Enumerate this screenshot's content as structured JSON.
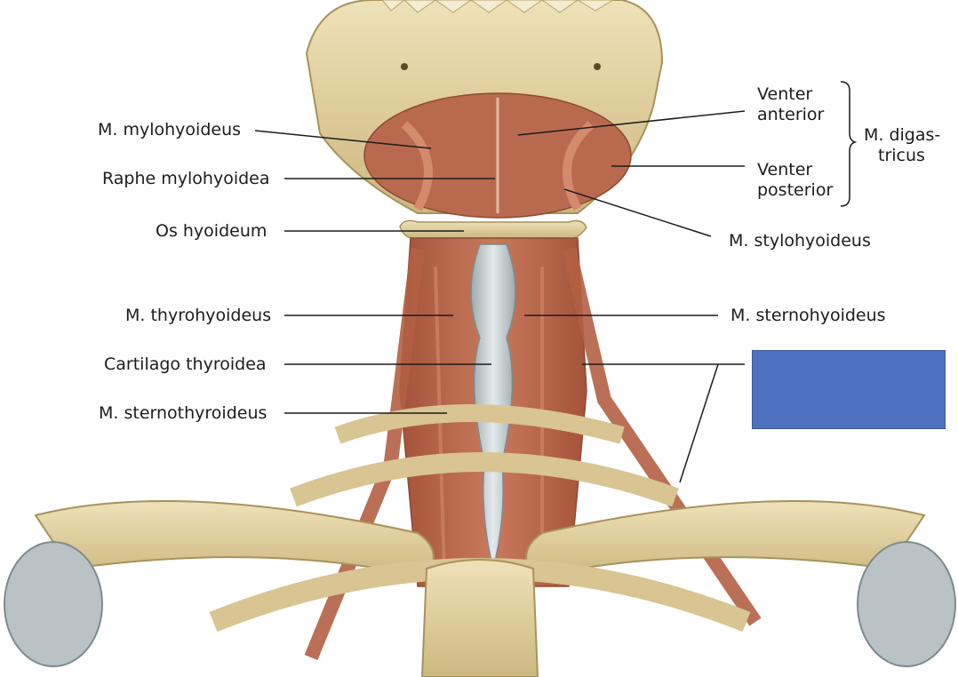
{
  "labels": {
    "mylohyoideus": "M. mylohyoideus",
    "raphe": "Raphe mylohyoidea",
    "os_hyoideum": "Os hyoideum",
    "thyrohyoideus": "M. thyrohyoideus",
    "cartilago": "Cartilago thyroidea",
    "sternothyroideus": "M. sternothyroideus",
    "venter_anterior_1": "Venter",
    "venter_anterior_2": "anterior",
    "venter_posterior_1": "Venter",
    "venter_posterior_2": "posterior",
    "digastricus_1": "M. digas-",
    "digastricus_2": "tricus",
    "stylohyoideus": "M. stylohyoideus",
    "sternohyoideus": "M. sternohyoideus"
  },
  "colors": {
    "bone": "#e6d6a8",
    "bone_shade": "#c9b27a",
    "muscle": "#b8664a",
    "muscle_light": "#d48a6c",
    "cartilage": "#cfd6d8",
    "leader": "#1c1c1c",
    "cover_box": "#4f72c0"
  }
}
